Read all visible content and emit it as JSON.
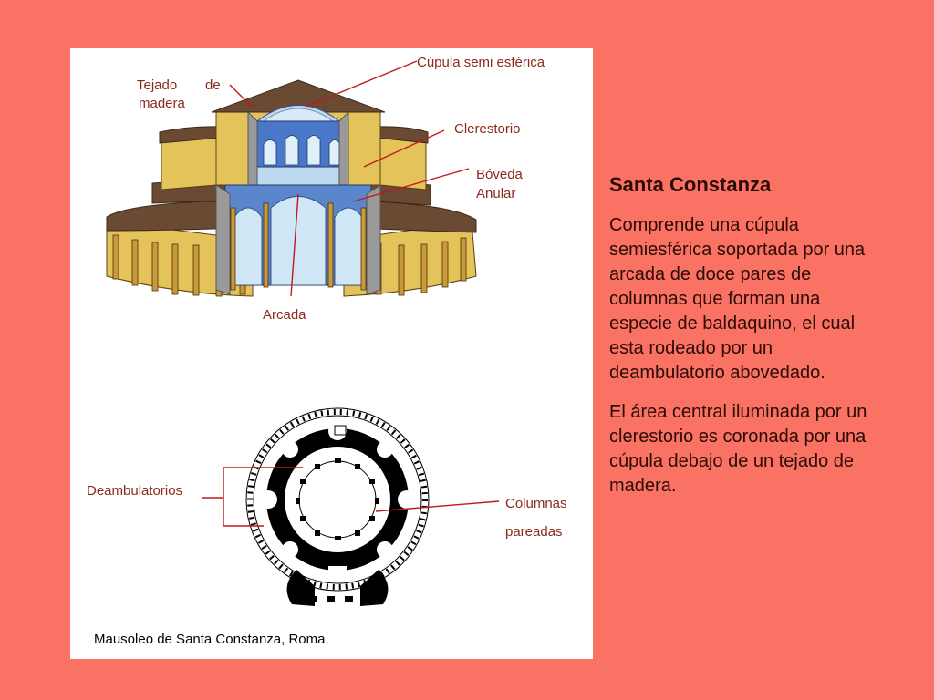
{
  "colors": {
    "background": "#fa7264",
    "panel": "#ffffff",
    "label_text": "#8b2a1a",
    "leader_line": "#c0191a",
    "body_text": "#2a0b05"
  },
  "diagram": {
    "labels": {
      "cupula": "Cúpula semi esférica",
      "tejado_1": "Tejado",
      "tejado_de": "de",
      "tejado_2": "madera",
      "clerestorio": "Clerestorio",
      "boveda_1": "Bóveda",
      "boveda_2": "Anular",
      "arcada": "Arcada",
      "deambulatorios": "Deambulatorios",
      "columnas_1": "Columnas",
      "columnas_2": "pareadas"
    },
    "caption": "Mausoleo de Santa Constanza, Roma."
  },
  "text": {
    "title": "Santa Constanza",
    "paragraph1": "Comprende una cúpula semiesférica soportada por una arcada de doce pares de columnas que forman una especie de baldaquino, el cual esta rodeado por un deambulatorio abovedado.",
    "paragraph2": "El área central iluminada por un clerestorio es coronada por una cúpula debajo de un tejado de madera."
  }
}
